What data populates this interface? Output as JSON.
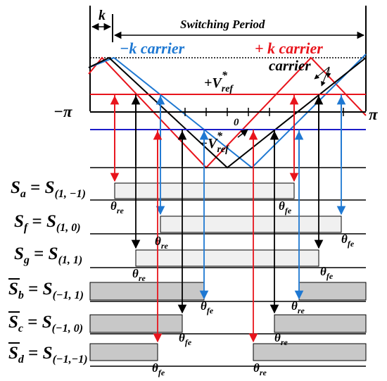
{
  "header": {
    "k_label": "k",
    "period_label": "Switching Period"
  },
  "carriers": {
    "neg_k": "−k carrier",
    "pos_k": "+ k carrier",
    "main": "carrier"
  },
  "axis": {
    "left": "−π",
    "right": "π",
    "zero": "0"
  },
  "references": {
    "pos_base": "+V",
    "neg_base": "−V",
    "sup": "*",
    "sub": "ref"
  },
  "signals": [
    {
      "lhs": "S",
      "lhs_sub": "a",
      "rhs": "S",
      "rhs_sub": "(1, −1)",
      "overline": false,
      "rise": "re",
      "fall": "fe"
    },
    {
      "lhs": "S",
      "lhs_sub": "f",
      "rhs": "S",
      "rhs_sub": "(1, 0)",
      "overline": false,
      "rise": "re",
      "fall": "fe"
    },
    {
      "lhs": "S",
      "lhs_sub": "g",
      "rhs": "S",
      "rhs_sub": "(1, 1)",
      "overline": false,
      "rise": "re",
      "fall": "fe"
    },
    {
      "lhs": "S",
      "lhs_sub": "b",
      "rhs": "S",
      "rhs_sub": "(−1, 1)",
      "overline": true,
      "rise": "re",
      "fall": "fe"
    },
    {
      "lhs": "S",
      "lhs_sub": "c",
      "rhs": "S",
      "rhs_sub": "(−1, 0)",
      "overline": true,
      "rise": "re",
      "fall": "fe"
    },
    {
      "lhs": "S",
      "lhs_sub": "d",
      "rhs": "S",
      "rhs_sub": "(−1,−1)",
      "overline": true,
      "rise": "re",
      "fall": "fe"
    }
  ],
  "theta_symbol": "θ",
  "colors": {
    "red": "#e8141c",
    "blue": "#1e78d2",
    "dark_blue": "#1c1cc8",
    "black": "#000000",
    "pulse_light": "#f0f0f0",
    "pulse_dark": "#c8c8c8"
  }
}
